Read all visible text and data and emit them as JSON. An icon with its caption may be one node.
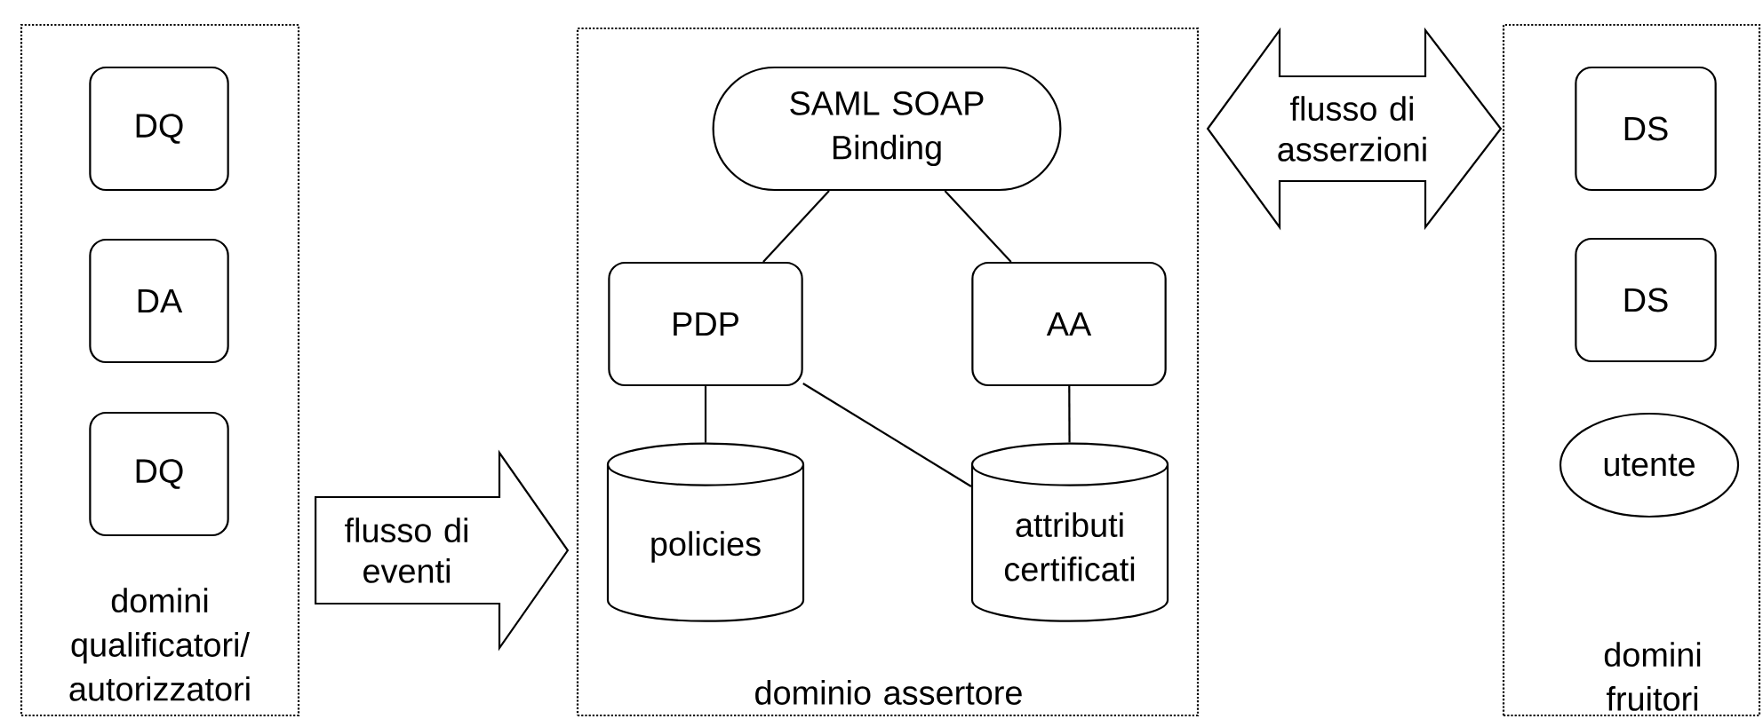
{
  "diagram": {
    "nodes": [
      {
        "text": [
          "domini qualificatori/ autorizzatori"
        ]
      },
      {
        "text": [
          "DQ"
        ],
        "in": 0
      },
      {
        "text": [
          "DA"
        ],
        "in": 0
      },
      {
        "text": [
          "DQ"
        ],
        "in": 0
      },
      {
        "text": [
          "dominio assertore"
        ]
      },
      {
        "text": [
          "SAML SOAP Binding"
        ],
        "in": 4
      },
      {
        "text": [
          "PDP"
        ],
        "in": 4
      },
      {
        "text": [
          "AA"
        ],
        "in": 4
      },
      {
        "text": [
          "policies"
        ],
        "in": 4
      },
      {
        "text": [
          "attributi certificati"
        ],
        "in": 4
      },
      {
        "text": [
          "domini fruitori"
        ]
      },
      {
        "text": [
          "DS"
        ],
        "in": 10
      },
      {
        "text": [
          "DS"
        ],
        "in": 10
      },
      {
        "text": [
          "utente"
        ],
        "in": 10
      }
    ],
    "edges": [
      {
        "from": 0,
        "to": 4,
        "arrow": "to",
        "label": "flusso di eventi"
      },
      {
        "from": 4,
        "to": 10,
        "arrow": "both",
        "label": "flusso di asserzioni"
      },
      {
        "from": 5,
        "to": 6,
        "arrow": "none"
      },
      {
        "from": 5,
        "to": 7,
        "arrow": "none"
      },
      {
        "from": 6,
        "to": 8,
        "arrow": "none"
      },
      {
        "from": 6,
        "to": 9,
        "arrow": "none"
      },
      {
        "from": 7,
        "to": 9,
        "arrow": "none"
      }
    ]
  }
}
